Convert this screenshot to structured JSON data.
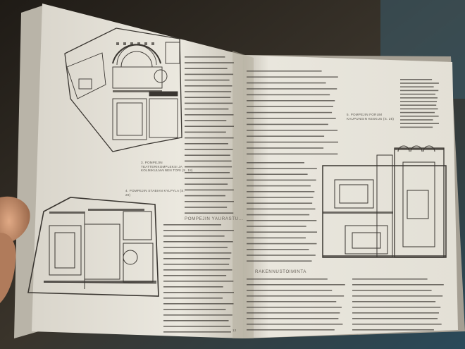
{
  "book": {
    "left_page": {
      "captions": [
        "3. POMPEJIN TEATTERIKOMPLEKSI JA KOLMIKULMAINEN TORI (S. 18)",
        "4. POMPEJIN STABIAN KYLPYLA (S. 20)"
      ],
      "section_heading": "POMPEJIN YAURASTU...",
      "page_number": "12"
    },
    "right_page": {
      "captions": [
        "5. POMPEJIN FORUM KAUPUNGIN KESKUS (S. 25)"
      ],
      "section_heading": "RAKENNUSTOIMINTA"
    }
  },
  "colors": {
    "paper": "#e9e6dd",
    "paper_shadow": "#c9c4b8",
    "ink": "#3a3631",
    "background": "#2f2a23",
    "hand": "#c8926e"
  }
}
